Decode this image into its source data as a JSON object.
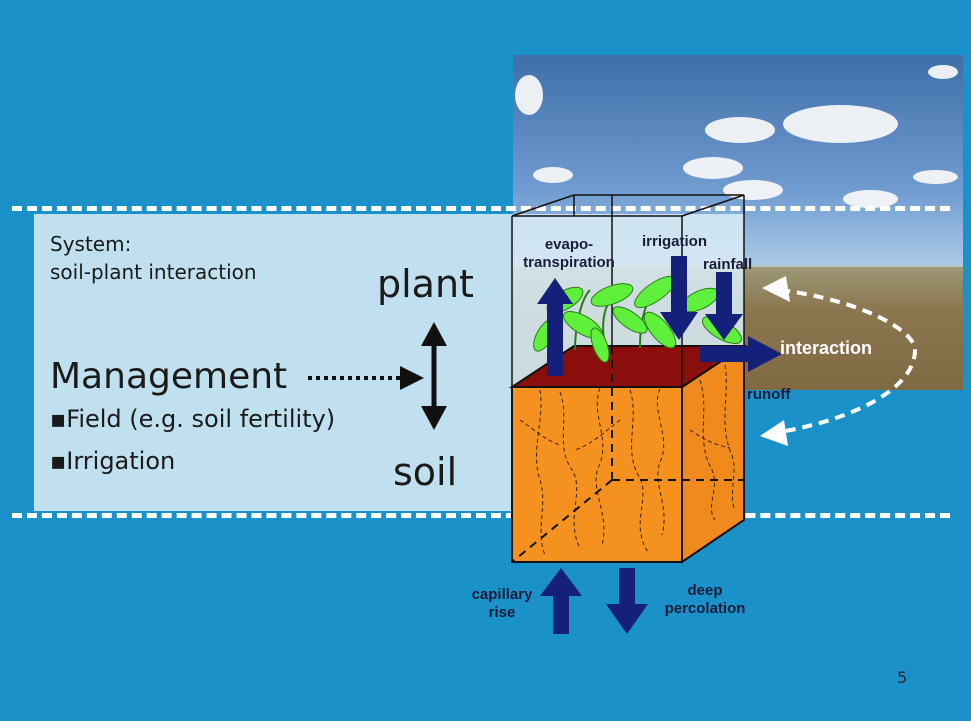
{
  "system": {
    "title": "System:",
    "subtitle": "soil-plant interaction"
  },
  "management": {
    "heading": "Management",
    "bullets": [
      "▪Field (e.g. soil fertility)",
      "▪Irrigation"
    ]
  },
  "axis": {
    "top": "plant",
    "bottom": "soil"
  },
  "diagram": {
    "evapotranspiration": [
      "evapo-",
      "transpiration"
    ],
    "irrigation": "irrigation",
    "rainfall": "rainfall",
    "interaction": "interaction",
    "runoff": "runoff",
    "capillary_rise": [
      "capillary",
      "rise"
    ],
    "deep_percolation": [
      "deep",
      "percolation"
    ]
  },
  "page_number": "5",
  "colors": {
    "background": "#1a92c9",
    "soil": "#f5911f",
    "soil_top": "#8a0f0c",
    "arrow": "#15207a",
    "leaf": "#5ef03a"
  }
}
